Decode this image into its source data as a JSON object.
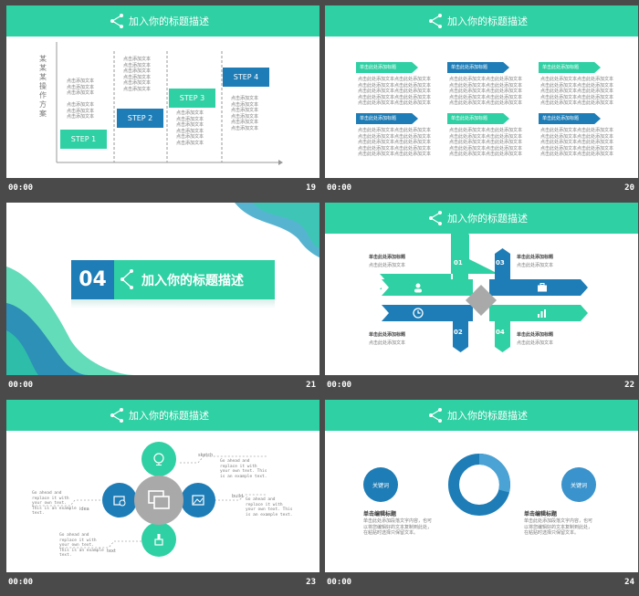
{
  "colors": {
    "teal": "#2fd0a3",
    "blue": "#1e7db6",
    "gray": "#a9a9a9",
    "bg": "#4a4a4a"
  },
  "slides": [
    {
      "num": "19",
      "time": "00:00",
      "title": "加入你的标题描述",
      "axis": "某某某操作方案",
      "steps": [
        "STEP 1",
        "STEP 2",
        "STEP 3",
        "STEP 4"
      ],
      "cell_text": "点击添加文本"
    },
    {
      "num": "20",
      "time": "00:00",
      "title": "加入你的标题描述",
      "tag": "单击此处添加标题",
      "body": "点击此处添加文本点击此处添加文本"
    },
    {
      "num": "21",
      "time": "00:00",
      "section": "04",
      "title": "加入你的标题描述"
    },
    {
      "num": "22",
      "time": "00:00",
      "title": "加入你的标题描述",
      "tag": "单击此处添加标题",
      "nums": [
        "01",
        "02",
        "03",
        "04"
      ]
    },
    {
      "num": "23",
      "time": "00:00",
      "title": "加入你的标题描述",
      "labels": [
        "sketch",
        "build",
        "idea",
        "text"
      ],
      "text": "Go ahead and replace it with your own text. This is an example text."
    },
    {
      "num": "24",
      "time": "00:00",
      "title": "加入你的标题描述",
      "kw": "关键词",
      "sub": "单击编辑标题",
      "body": "单击此处添加段落文字内容，也可以将您编辑好的文本复制到此处，在粘贴时选择只保留文本。"
    }
  ]
}
